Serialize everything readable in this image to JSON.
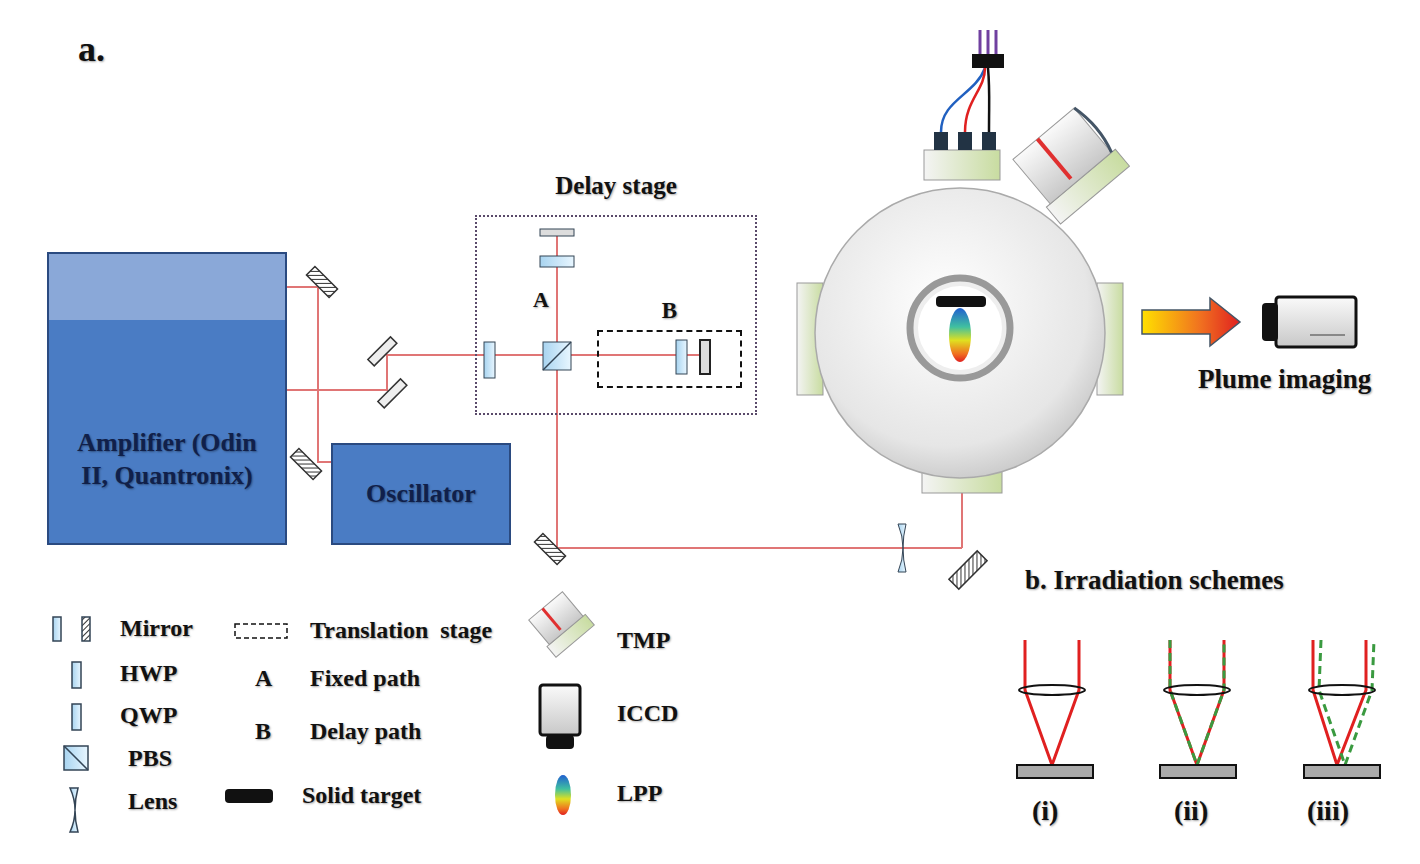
{
  "diagram": {
    "nodes": [
      {
        "text": [
          "Amplifier (Odin II, Quantronix)"
        ]
      },
      {
        "text": [
          "Oscillator"
        ]
      },
      {
        "text": [
          "Delay stage"
        ]
      },
      {
        "text": [
          "B"
        ],
        "in": 2
      }
    ],
    "edges": [
      {
        "from": 1,
        "to": 0,
        "arrow": "none"
      },
      {
        "from": 0,
        "to": 2,
        "arrow": "none"
      }
    ],
    "labels": [
      "a.",
      "A",
      "Plume imaging",
      "A",
      "B",
      "b. Irradiation schemes",
      "(i)",
      "(ii)",
      "(iii)"
    ],
    "legend": [
      {
        "text": "Mirror"
      },
      {
        "text": "HWP"
      },
      {
        "text": "QWP"
      },
      {
        "text": "PBS"
      },
      {
        "text": "Lens"
      },
      {
        "text": "Translation  stage"
      },
      {
        "text": "Fixed path"
      },
      {
        "text": "Delay path"
      },
      {
        "text": "Solid target"
      },
      {
        "text": "TMP"
      },
      {
        "text": "ICCD"
      },
      {
        "text": "LPP"
      }
    ]
  }
}
